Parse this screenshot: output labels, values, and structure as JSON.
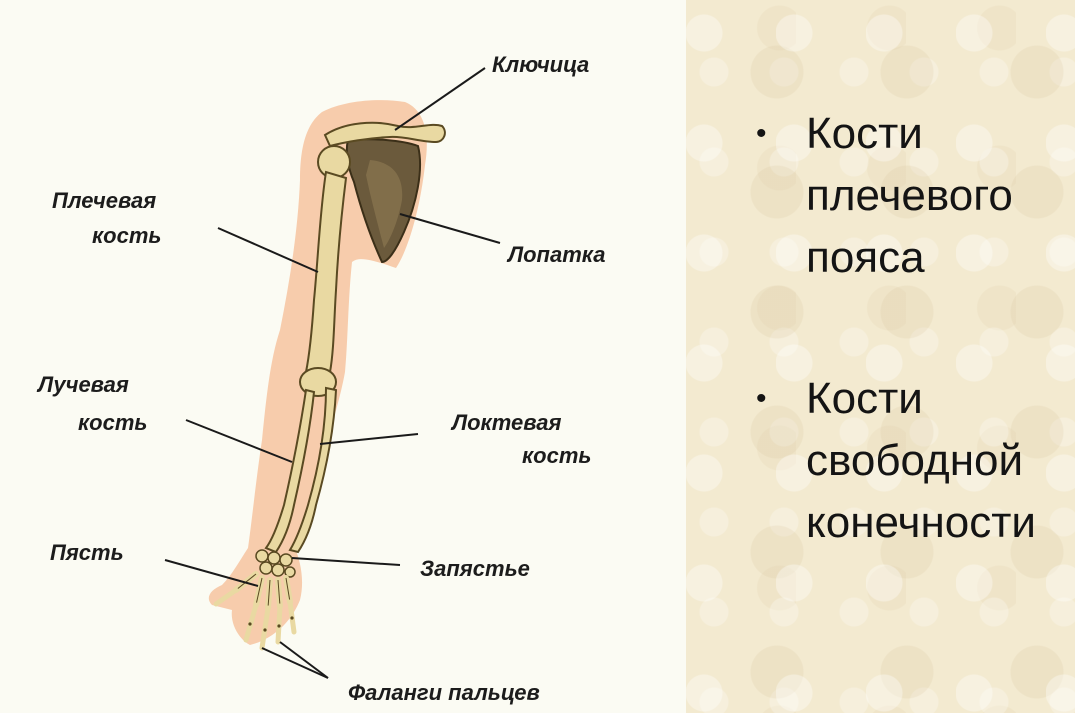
{
  "diagram": {
    "labels": {
      "klyuchitsa": "Ключица",
      "plechevaya_1": "Плечевая",
      "plechevaya_2": "кость",
      "lopatka": "Лопатка",
      "luchevaya_1": "Лучевая",
      "luchevaya_2": "кость",
      "loktevaya_1": "Локтевая",
      "loktevaya_2": "кость",
      "pyast": "Пясть",
      "zapyastye": "Запястье",
      "falangi": "Фаланги пальцев"
    }
  },
  "bullets": [
    {
      "marker": "•",
      "text": "Кости плечевого пояса"
    },
    {
      "marker": "•",
      "text": "Кости свободной конечности"
    }
  ],
  "colors": {
    "skin": "#f7c9a8",
    "bone": "#e9d9a2",
    "bone_outline": "#5a4a22",
    "scapula": "#6b5a3c",
    "panel_bg": "#f3ead0"
  }
}
